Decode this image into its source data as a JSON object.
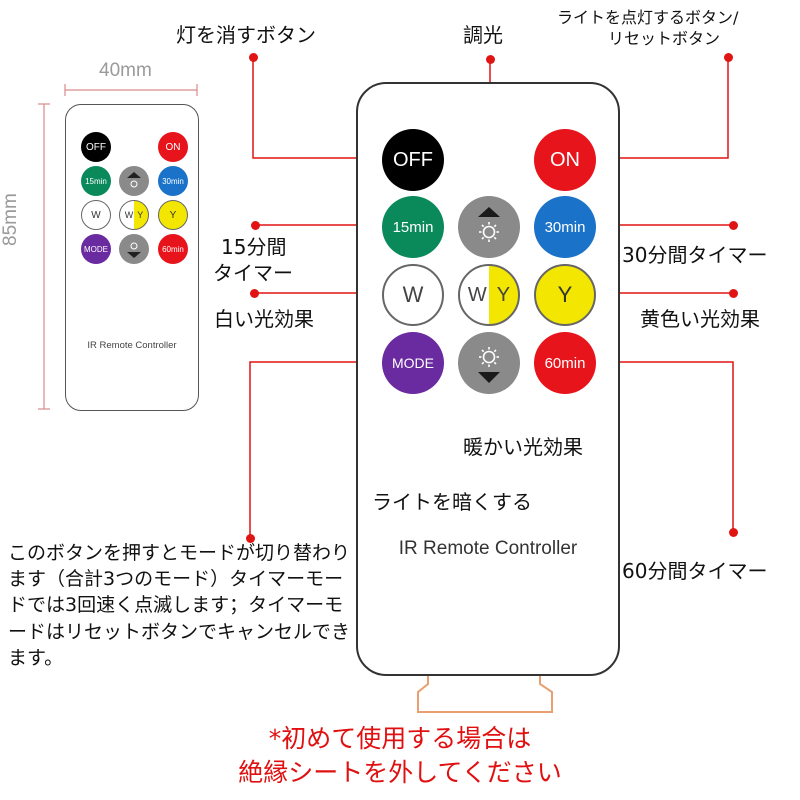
{
  "dimensions": {
    "width_label": "40mm",
    "height_label": "85mm"
  },
  "remote": {
    "caption": "IR Remote Controller",
    "buttons": {
      "off": "OFF",
      "on": "ON",
      "min15": "15min",
      "min30": "30min",
      "min60": "60min",
      "w": "W",
      "wy_w": "W",
      "wy_y": "Y",
      "y": "Y",
      "mode": "MODE"
    },
    "colors": {
      "off": "#000000",
      "on": "#e8141c",
      "min15": "#0a8a5a",
      "min30": "#1a73c8",
      "min60": "#e8141c",
      "w": "#ffffff",
      "y": "#f3e600",
      "mode": "#6a2aa0",
      "dim": "#8a8a8a"
    }
  },
  "labels": {
    "off": "灯を消すボタン",
    "dimmer": "調光",
    "on_line1": "ライトを点灯するボタン/",
    "on_line2": "リセットボタン",
    "timer15_line1": "15分間",
    "timer15_line2": "タイマー",
    "timer30": "30分間タイマー",
    "white": "白い光効果",
    "yellow": "黄色い光効果",
    "warm": "暖かい光効果",
    "darken": "ライトを暗くする",
    "timer60": "60分間タイマー"
  },
  "mode_description": "このボタンを押すとモードが切り替わります（合計3つのモード）タイマーモードでは3回速く点滅します；タイマーモードはリセットボタンでキャンセルできます。",
  "warning": {
    "line1": "*初めて使用する場合は",
    "line2": "絶縁シートを外してください"
  }
}
